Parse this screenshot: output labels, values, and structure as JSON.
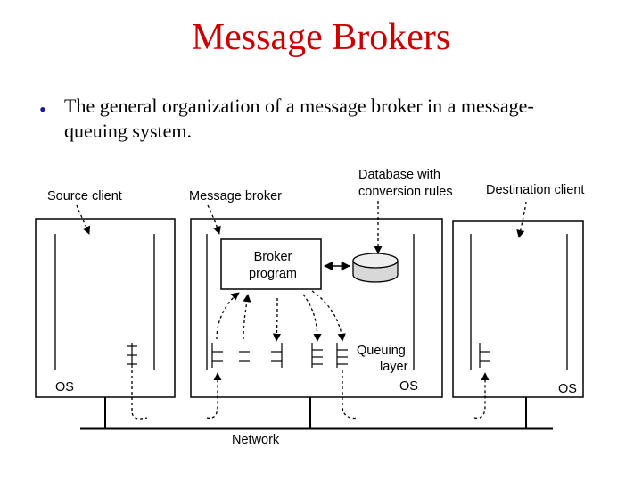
{
  "title": "Message Brokers",
  "bullet": {
    "line1": "The general organization of a message broker in a message-",
    "line2": "queuing system."
  },
  "diagram": {
    "source_client": "Source client",
    "message_broker": "Message broker",
    "database_line1": "Database with",
    "database_line2": "conversion rules",
    "destination_client": "Destination client",
    "broker_program_line1": "Broker",
    "broker_program_line2": "program",
    "queuing_line1": "Queuing",
    "queuing_line2": "layer",
    "os_left": "OS",
    "os_middle": "OS",
    "os_right": "OS",
    "network": "Network"
  }
}
